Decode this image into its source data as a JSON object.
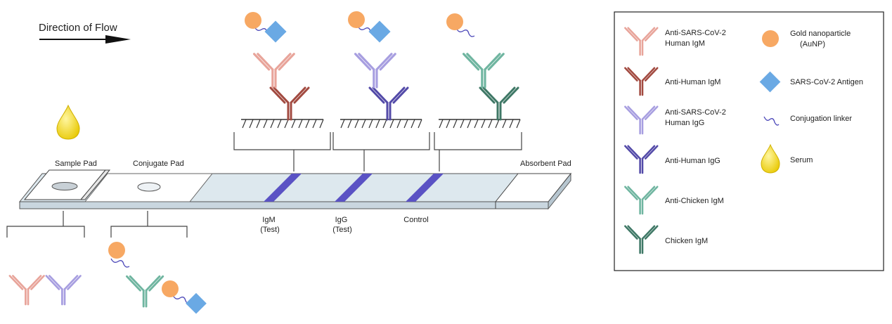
{
  "flow_label": "Direction of Flow",
  "pads": {
    "sample": "Sample Pad",
    "conjugate": "Conjugate Pad",
    "absorbent": "Absorbent Pad"
  },
  "lines": {
    "igm": [
      "IgM",
      "(Test)"
    ],
    "igg": [
      "IgG",
      "(Test)"
    ],
    "control": [
      "Control"
    ]
  },
  "legend": {
    "anti_sars_igm": [
      "Anti-SARS-CoV-2",
      "Human IgM"
    ],
    "anti_human_igm": [
      "Anti-Human IgM"
    ],
    "anti_sars_igg": [
      "Anti-SARS-CoV-2",
      "Human IgG"
    ],
    "anti_human_igg": [
      "Anti-Human IgG"
    ],
    "anti_chicken_igm": [
      "Anti-Chicken IgM"
    ],
    "chicken_igm": [
      "Chicken IgM"
    ],
    "aunp": [
      "Gold nanoparticle",
      "(AuNP)"
    ],
    "antigen": [
      "SARS-CoV-2 Antigen"
    ],
    "linker": [
      "Conjugation linker"
    ],
    "serum": [
      "Serum"
    ]
  },
  "colors": {
    "anti_sars_igm": "#e8a49a",
    "anti_human_igm": "#a24a40",
    "anti_sars_igg": "#a79ee0",
    "anti_human_igg": "#534aa8",
    "anti_chicken_igm": "#6fb5a0",
    "chicken_igm": "#3f7866",
    "aunp": "#f7a863",
    "antigen": "#6aa9e4",
    "linker": "#4a46b8",
    "serum": "#f1d010",
    "test_line": "#5a52c4"
  }
}
